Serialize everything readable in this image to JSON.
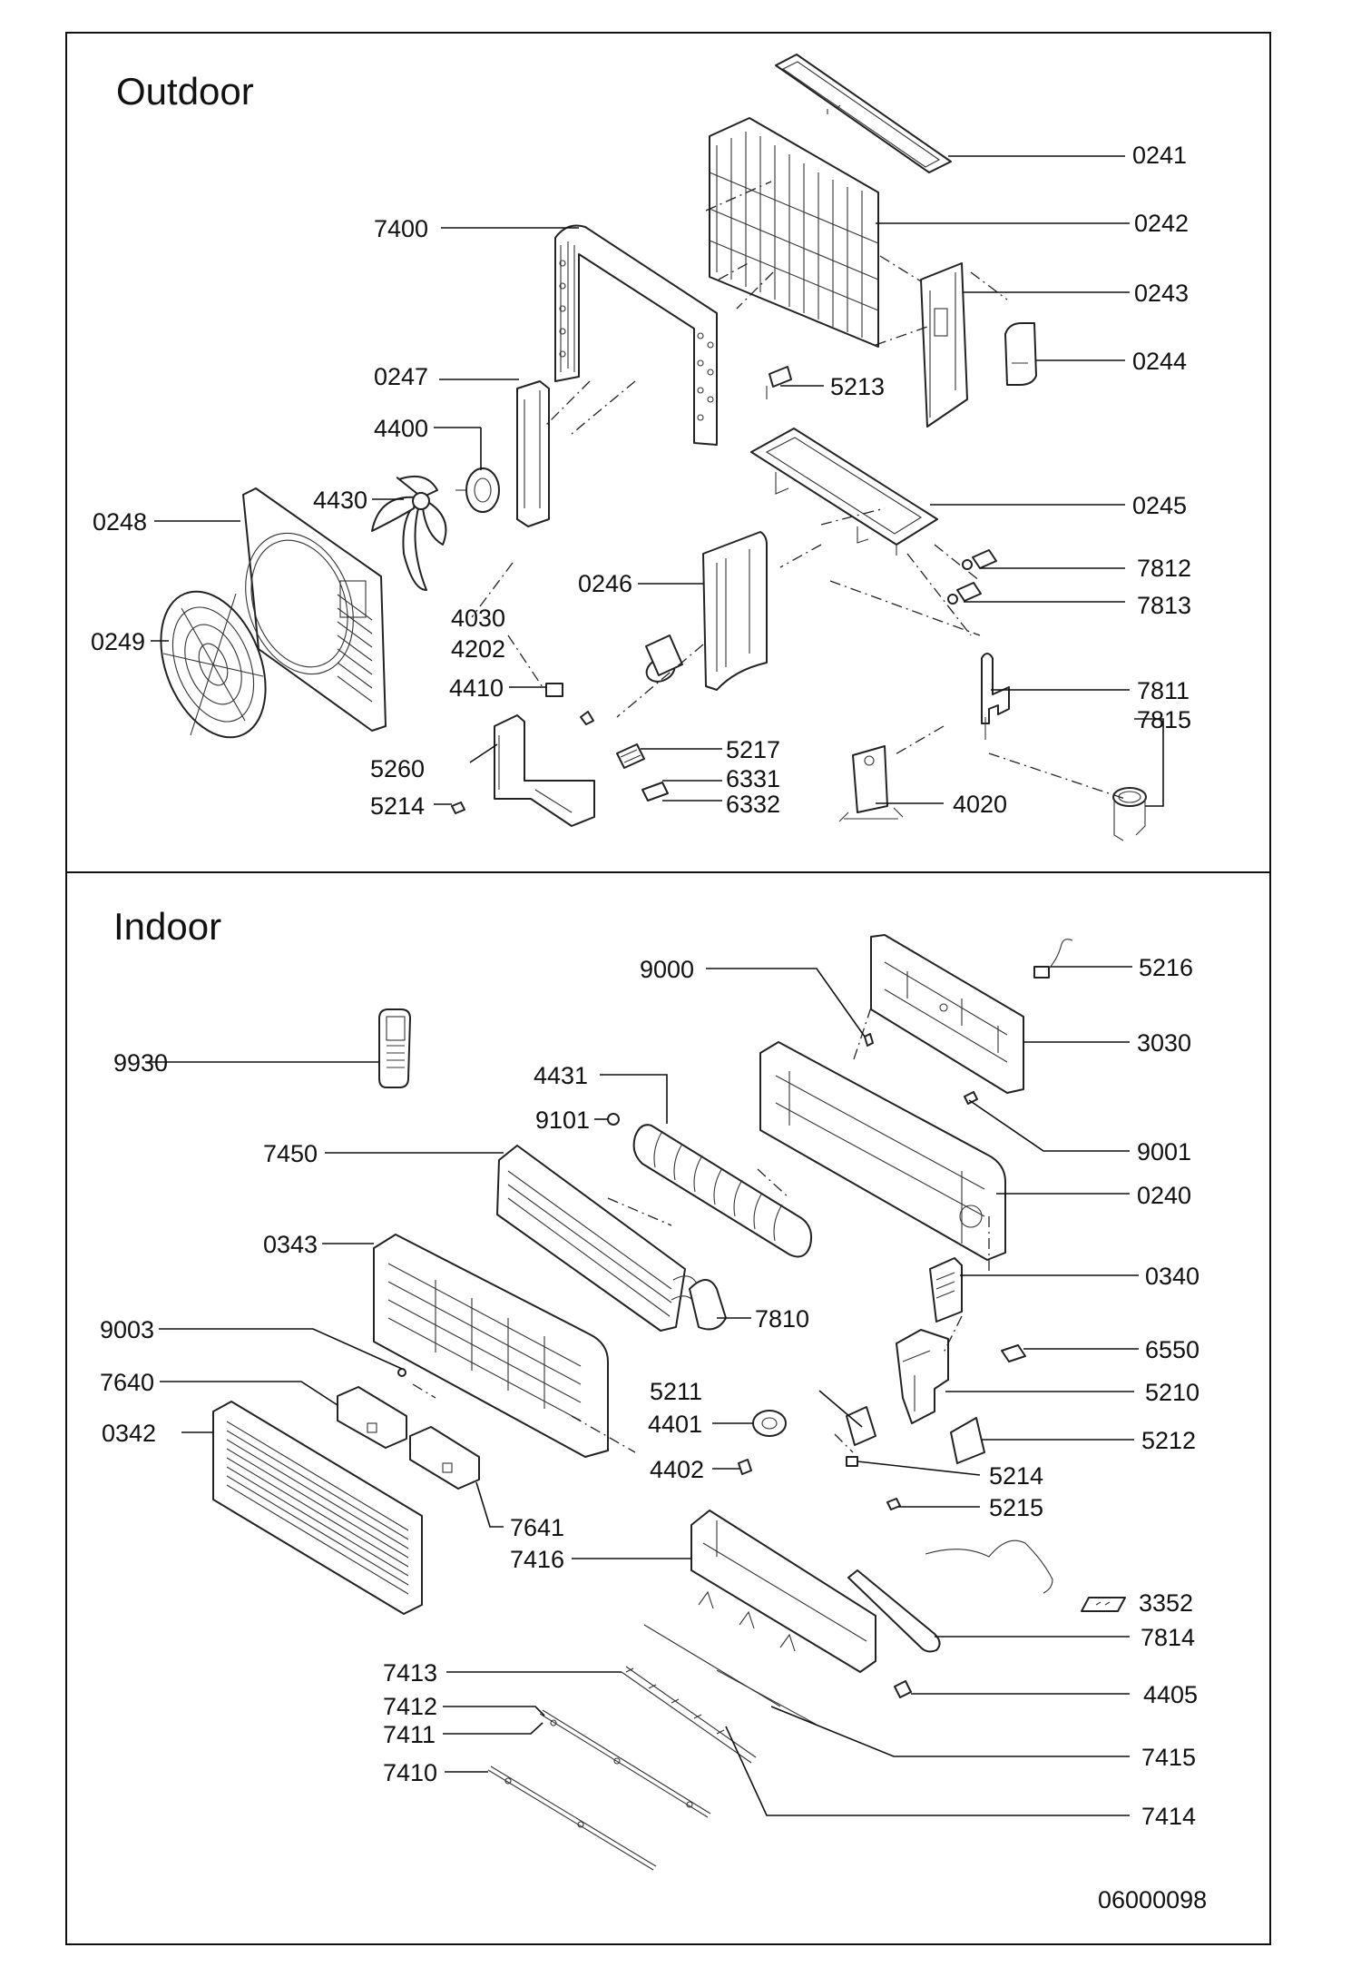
{
  "sections": {
    "outdoor": {
      "title": "Outdoor",
      "labels": [
        "0241",
        "0242",
        "0243",
        "0244",
        "0245",
        "7812",
        "7813",
        "7811",
        "7815",
        "4020",
        "7400",
        "5213",
        "0247",
        "4400",
        "4430",
        "0248",
        "0249",
        "0246",
        "4030",
        "4202",
        "4410",
        "5217",
        "6331",
        "6332",
        "5260",
        "5214"
      ]
    },
    "indoor": {
      "title": "Indoor",
      "labels": [
        "9000",
        "5216",
        "9930",
        "3030",
        "4431",
        "9101",
        "9001",
        "7450",
        "0240",
        "0343",
        "0340",
        "7810",
        "6550",
        "9003",
        "5211",
        "5210",
        "7640",
        "4401",
        "5212",
        "0342",
        "4402",
        "5214",
        "5215",
        "7641",
        "7416",
        "3352",
        "7814",
        "7413",
        "4405",
        "7412",
        "7411",
        "7415",
        "7410",
        "7414"
      ]
    }
  },
  "drawing_number": "06000098"
}
